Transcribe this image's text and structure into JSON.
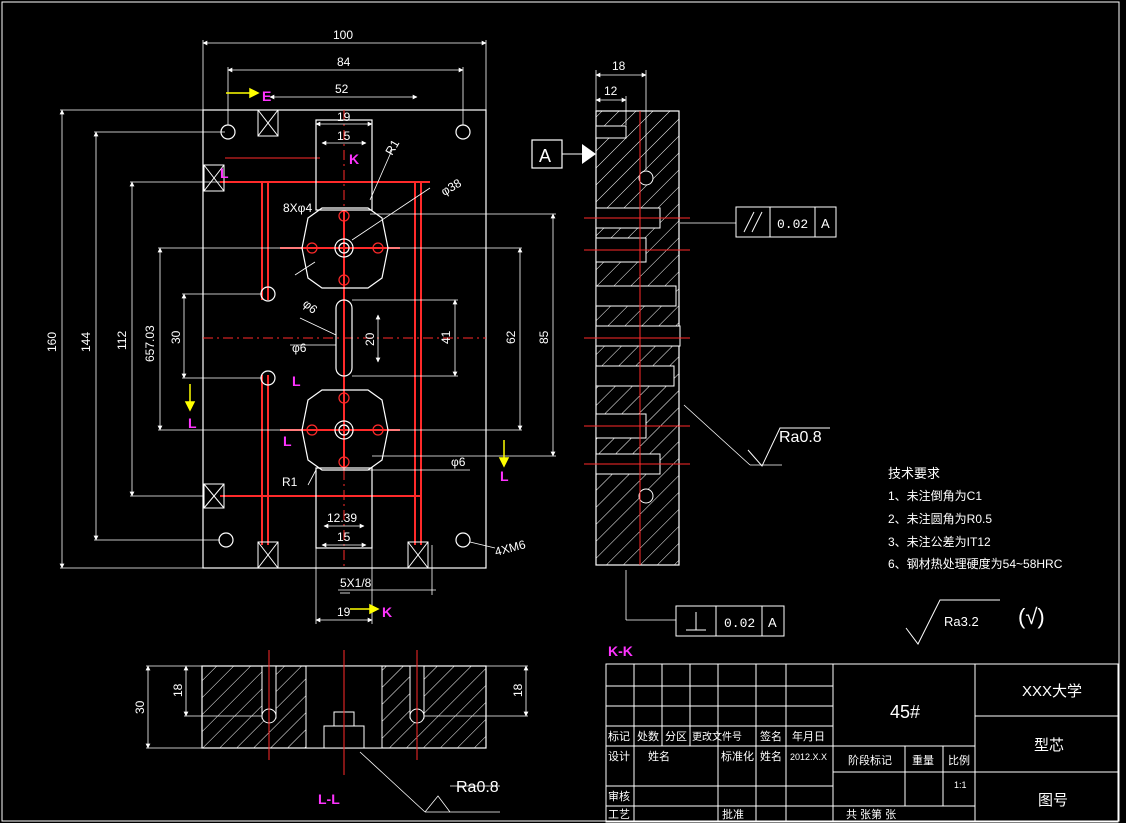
{
  "colors": {
    "background": "#000000",
    "outline": "#ffffff",
    "dimension": "#ffffff",
    "centerline": "#ff2a2a",
    "hatch": "#ffffff",
    "section_label": "#ff33ff",
    "arrow": "#ffff00"
  },
  "dims": {
    "w100": "100",
    "w84": "84",
    "w52": "52",
    "w19": "19",
    "w15": "15",
    "h160": "160",
    "h144": "144",
    "h112": "112",
    "h65703": "657.03",
    "h30": "30",
    "h20": "20",
    "h41": "41",
    "h62": "62",
    "h85": "85",
    "r1a": "R1",
    "r1b": "R1",
    "d38": "φ38",
    "holes8": "8Xφ4",
    "d6a": "φ6",
    "d6b": "φ6",
    "d6c": "φ6",
    "b1239": "12.39",
    "b15": "15",
    "m6": "4XM6",
    "r5x": "5X1/8",
    "b19": "19",
    "side18": "18",
    "side12": "12",
    "bot30": "30",
    "bot18a": "18",
    "bot18b": "18"
  },
  "labels": {
    "E": "E",
    "K1": "K",
    "K2": "K",
    "L1": "L",
    "L2": "L",
    "L3": "L",
    "L4": "L",
    "L5": "L",
    "datumA": "A",
    "kk": "K-K",
    "ll": "L-L"
  },
  "tolerances": {
    "parallel_value": "0.02",
    "parallel_datum": "A",
    "perp_value": "0.02",
    "perp_datum": "A"
  },
  "roughness": {
    "side": "Ra0.8",
    "bottom": "Ra0.8",
    "general": "Ra3.2",
    "others": "(√)"
  },
  "notes": {
    "title": "技术要求",
    "items": [
      "1、未注倒角为C1",
      "2、未注圆角为R0.5",
      "3、未注公差为IT12",
      "6、钢材热处理硬度为54~58HRC"
    ]
  },
  "title_block": {
    "material": "45#",
    "school": "XXX大学",
    "part_name": "型芯",
    "drawing_no": "图号",
    "row_headers": [
      "标记",
      "处数",
      "分区",
      "更改文件号",
      "签名",
      "年月日"
    ],
    "design": "设计",
    "name1": "姓名",
    "standard": "标准化",
    "name2": "姓名",
    "date": "2012.X.X",
    "stage_mark": "阶段标记",
    "weight": "重量",
    "scale": "比例",
    "scale_value": "1:1",
    "review": "审核",
    "process": "工艺",
    "approve": "批准",
    "sheets": "共  张第  张"
  }
}
